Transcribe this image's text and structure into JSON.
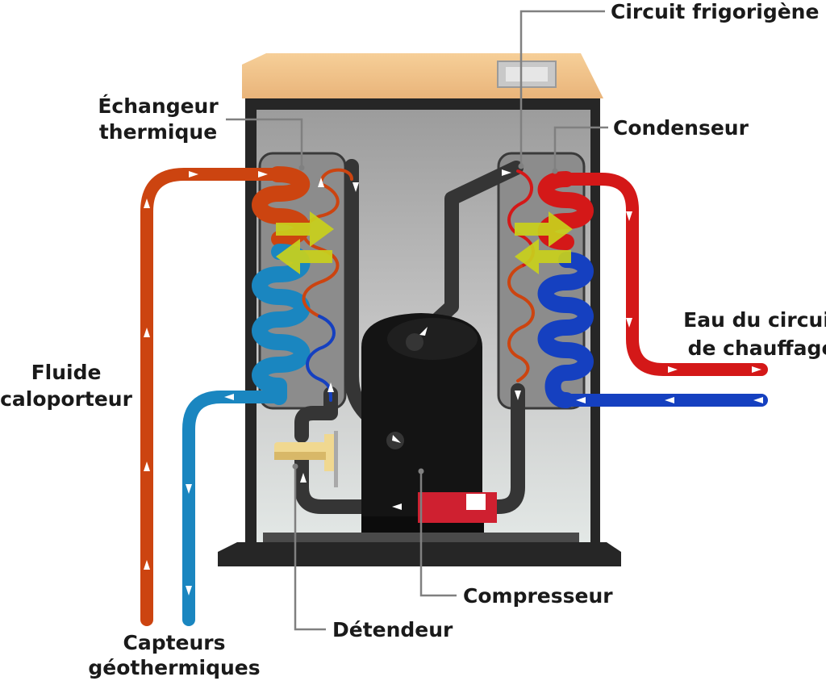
{
  "labels": {
    "circuit_frigorigene": "Circuit frigorigène",
    "echangeur_line1": "Échangeur",
    "echangeur_line2": "thermique",
    "condenseur": "Condenseur",
    "eau_line1": "Eau du circuit",
    "eau_line2": "de chauffage",
    "fluide_line1": "Fluide",
    "fluide_line2": "caloporteur",
    "compresseur": "Compresseur",
    "detendeur": "Détendeur",
    "capteurs_line1": "Capteurs",
    "capteurs_line2": "géothermiques"
  },
  "colors": {
    "hot_orange": "#cc4410",
    "cold_blue": "#1a86c0",
    "heating_red": "#d41818",
    "heating_blue": "#1540c0",
    "refrigerant_pipe": "#3a3a3a",
    "arrow_yellow": "#c9d11c",
    "cabinet_top": "#f2c48a",
    "cabinet_frame": "#2a2a2a",
    "compressor": "#111111",
    "filter_red": "#cf2030",
    "valve_yellow": "#f0d890"
  }
}
